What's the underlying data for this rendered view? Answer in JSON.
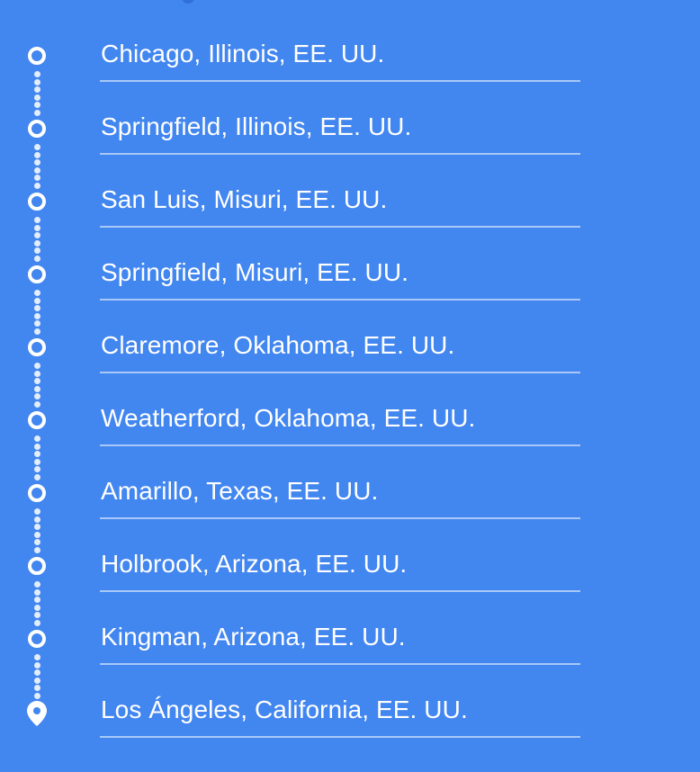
{
  "route": {
    "stops": [
      {
        "label": "Chicago, Illinois, EE. UU.",
        "marker": "circle-icon"
      },
      {
        "label": "Springfield, Illinois, EE. UU.",
        "marker": "circle-icon"
      },
      {
        "label": "San Luis, Misuri, EE. UU.",
        "marker": "circle-icon"
      },
      {
        "label": "Springfield, Misuri, EE. UU.",
        "marker": "circle-icon"
      },
      {
        "label": "Claremore, Oklahoma, EE. UU.",
        "marker": "circle-icon"
      },
      {
        "label": "Weatherford, Oklahoma, EE. UU.",
        "marker": "circle-icon"
      },
      {
        "label": "Amarillo, Texas, EE. UU.",
        "marker": "circle-icon"
      },
      {
        "label": "Holbrook, Arizona, EE. UU.",
        "marker": "circle-icon"
      },
      {
        "label": "Kingman, Arizona, EE. UU.",
        "marker": "circle-icon"
      },
      {
        "label": "Los Ángeles, California, EE. UU.",
        "marker": "location-pin-icon"
      }
    ]
  },
  "colors": {
    "background": "#4286f0",
    "foreground": "#ffffff"
  }
}
